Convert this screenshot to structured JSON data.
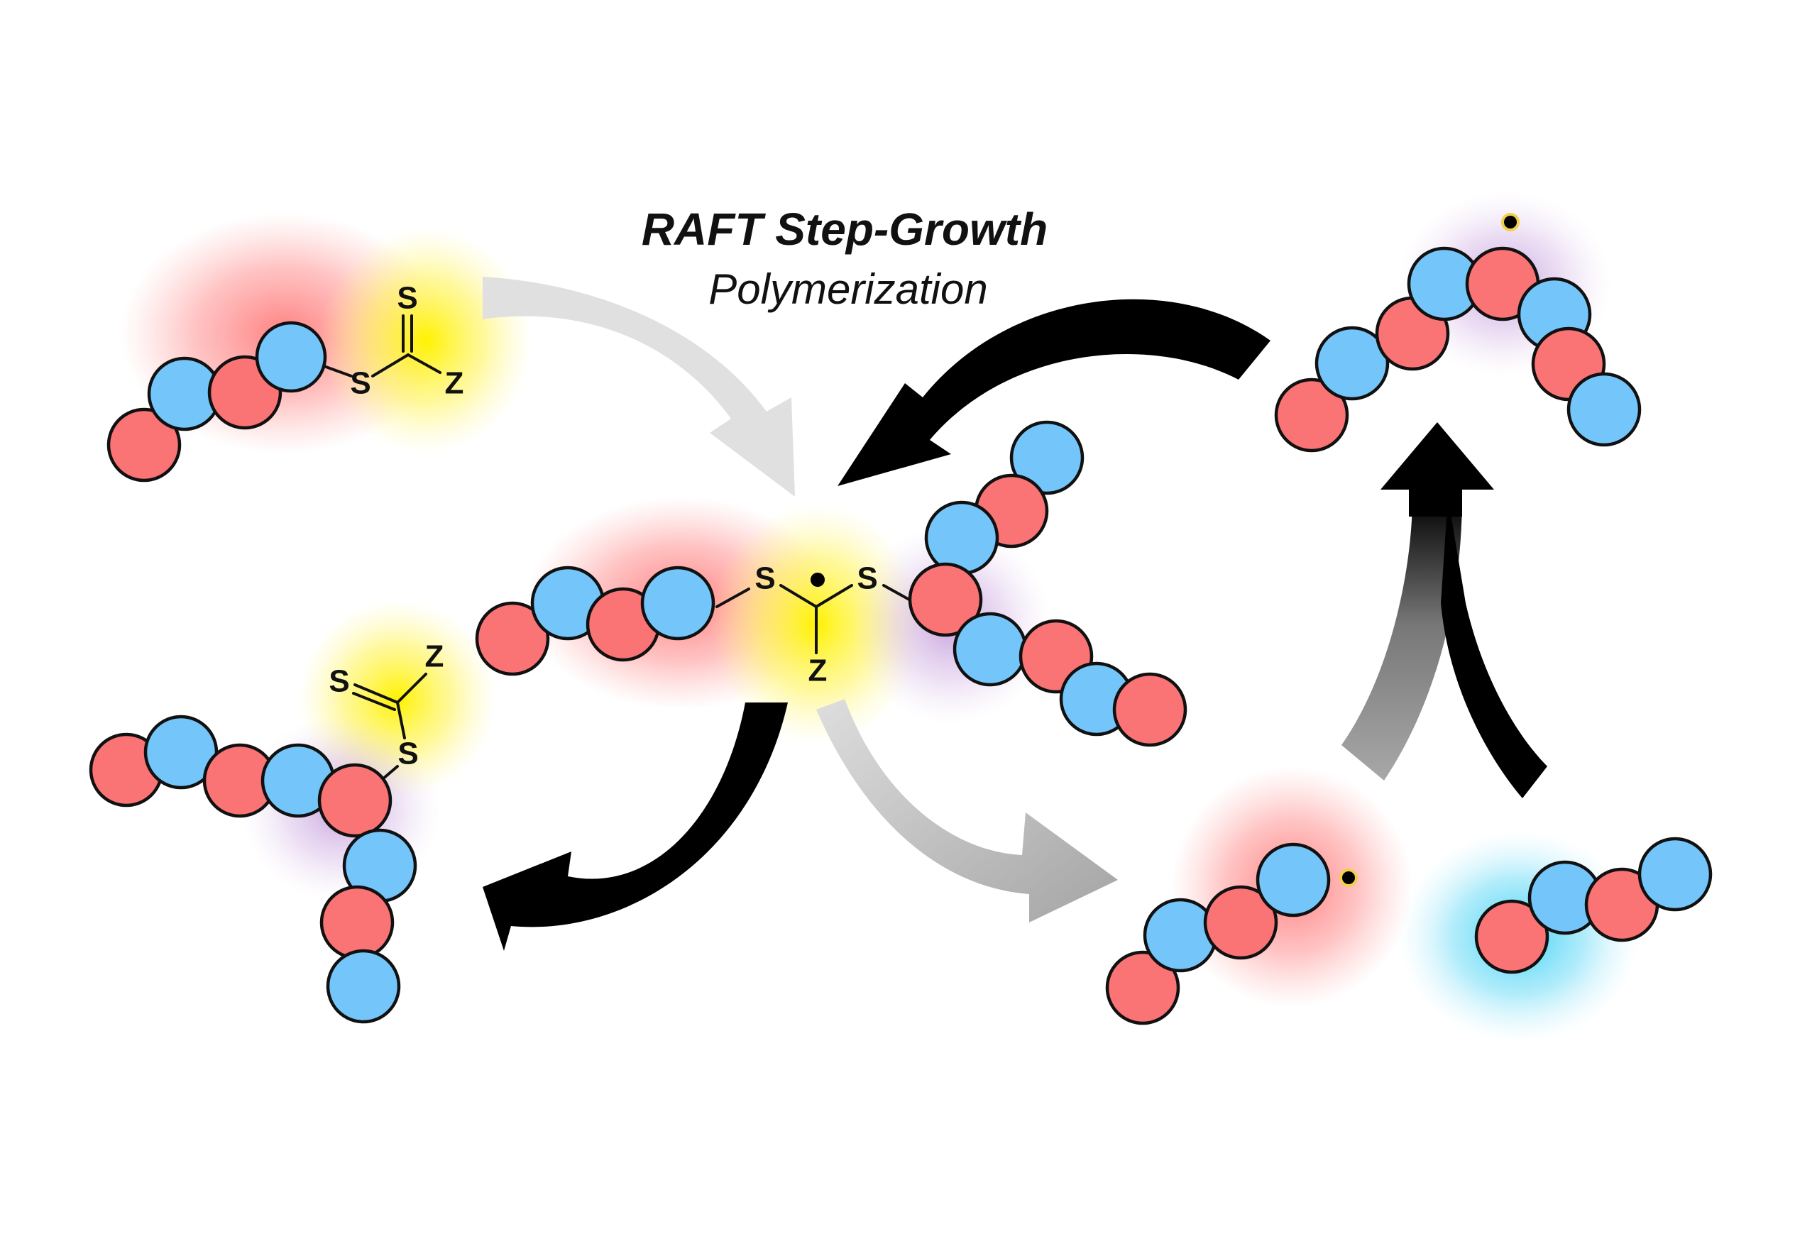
{
  "title": {
    "line1": "RAFT Step-Growth",
    "line2": "Polymerization"
  },
  "colors": {
    "monomer_a": "#fa7375",
    "monomer_b": "#74c6fa",
    "glow_red": "#ff6b6b",
    "glow_yellow": "#fff200",
    "glow_purple": "#b27fd0",
    "glow_cyan": "#3cd2f5",
    "arrow_black": "#000000",
    "arrow_gray_light": "#e0e0e0",
    "arrow_gray_mid": "#a8a8a8",
    "ghost_group": "#cfcfcf"
  },
  "labels": {
    "sulfur": "S",
    "z_group": "Z"
  },
  "species": [
    {
      "id": "raft-agent-top-left",
      "description": "Polymer chain capped with trithiocarbonate S-C(=S)-Z end group",
      "beads": [
        "A",
        "B",
        "A",
        "B"
      ],
      "glow": [
        "red",
        "yellow"
      ]
    },
    {
      "id": "intermediate-radical-center",
      "description": "Intermediate radical S-C(•)(Z)-S bridging two chains",
      "beads_left": [
        "A",
        "B",
        "A",
        "B"
      ],
      "beads_right": [
        "B",
        "A",
        "B",
        "A",
        "B",
        "A",
        "B",
        "A"
      ],
      "glow": [
        "red",
        "yellow",
        "purple"
      ]
    },
    {
      "id": "product-bottom-left",
      "description": "Branched chain with transferred trithiocarbonate end group",
      "beads": [
        "A",
        "B",
        "A",
        "B",
        "A",
        "B",
        "A",
        "B"
      ],
      "glow": [
        "yellow",
        "purple"
      ]
    },
    {
      "id": "radical-chain-top-right",
      "description": "Propagating radical chain (arched)",
      "beads": [
        "A",
        "B",
        "A",
        "B",
        "A",
        "B",
        "A",
        "B"
      ],
      "glow": [
        "purple"
      ]
    },
    {
      "id": "radical-chain-bottom-middle",
      "description": "Leaving radical chain",
      "beads": [
        "A",
        "B",
        "A",
        "B"
      ],
      "glow": [
        "red"
      ]
    },
    {
      "id": "monomer-chain-bottom-right",
      "description": "Incoming chain (cyan glow)",
      "beads": [
        "A",
        "B",
        "A",
        "B"
      ],
      "glow": [
        "cyan"
      ]
    }
  ],
  "arrows": [
    {
      "id": "arrow-top-left-to-center",
      "style": "light-gray"
    },
    {
      "id": "arrow-top-right-to-center",
      "style": "black"
    },
    {
      "id": "arrow-center-to-bottom-left",
      "style": "black"
    },
    {
      "id": "arrow-center-to-bottom-right",
      "style": "gray"
    },
    {
      "id": "arrow-bottom-to-top-right-gradient",
      "style": "gray-to-black"
    },
    {
      "id": "arrow-bottom-right-to-top-right",
      "style": "black"
    }
  ]
}
